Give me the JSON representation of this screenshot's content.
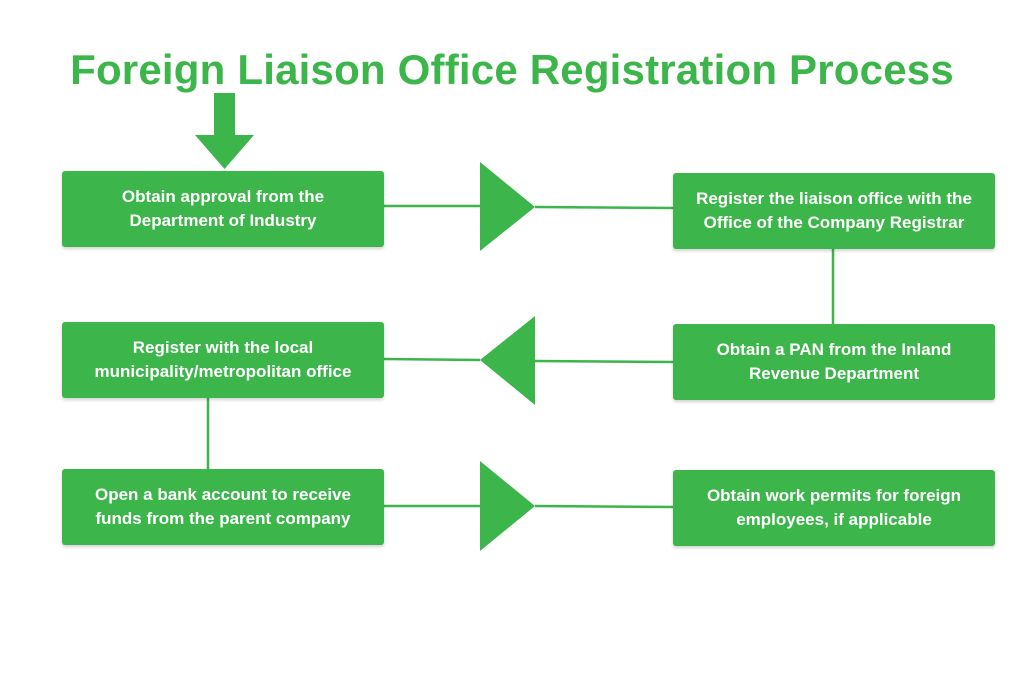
{
  "title": "Foreign Liaison Office Registration Process",
  "colors": {
    "accent": "#3cb54a",
    "text_on_box": "#ffffff",
    "background": "#ffffff"
  },
  "steps": [
    {
      "label": "Obtain approval from the Department of Industry"
    },
    {
      "label": "Register the liaison office with the Office of the Company Registrar"
    },
    {
      "label": "Obtain a PAN from the Inland Revenue Department"
    },
    {
      "label": "Register with the local municipality/metropolitan office"
    },
    {
      "label": "Open a bank account to receive funds from the parent company"
    },
    {
      "label": "Obtain work permits for foreign employees, if applicable"
    }
  ],
  "connections": [
    {
      "from": 1,
      "to": 2,
      "arrow": "right-triangle"
    },
    {
      "from": 2,
      "to": 3,
      "arrow": "none"
    },
    {
      "from": 3,
      "to": 4,
      "arrow": "left-triangle"
    },
    {
      "from": 4,
      "to": 5,
      "arrow": "none"
    },
    {
      "from": 5,
      "to": 6,
      "arrow": "right-triangle"
    }
  ]
}
